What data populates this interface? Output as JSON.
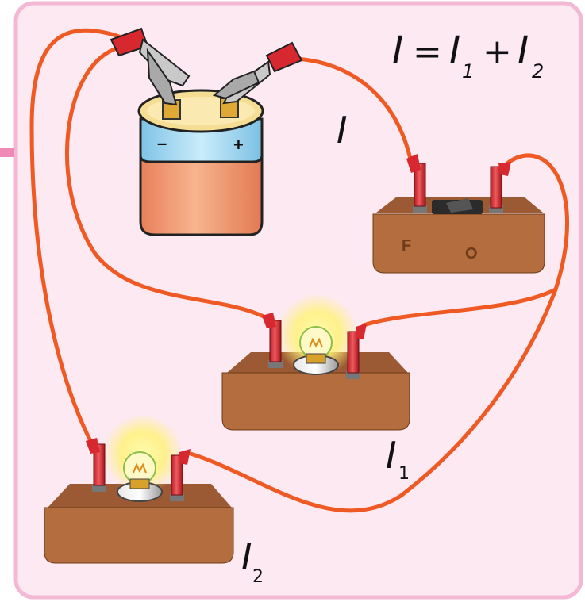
{
  "formula": {
    "lhs": "I",
    "equals": "=",
    "t1": "I",
    "t1_sub": "1",
    "plus": "+",
    "t2": "I",
    "t2_sub": "2"
  },
  "labels": {
    "main_current": "I",
    "branch1": "I",
    "branch1_sub": "1",
    "branch2": "I",
    "branch2_sub": "2"
  },
  "battery": {
    "minus": "–",
    "plus": "+"
  },
  "switch": {
    "off_mark": "F",
    "on_mark": "O"
  },
  "colors": {
    "frame_border": "#f3b8d3",
    "frame_fill": "#fde9f2",
    "wire": "#ef5a24",
    "clip": "#d7282f",
    "wood_top": "#9b5a34",
    "wood_front": "#b36d3f",
    "glow": "#fff27a"
  }
}
